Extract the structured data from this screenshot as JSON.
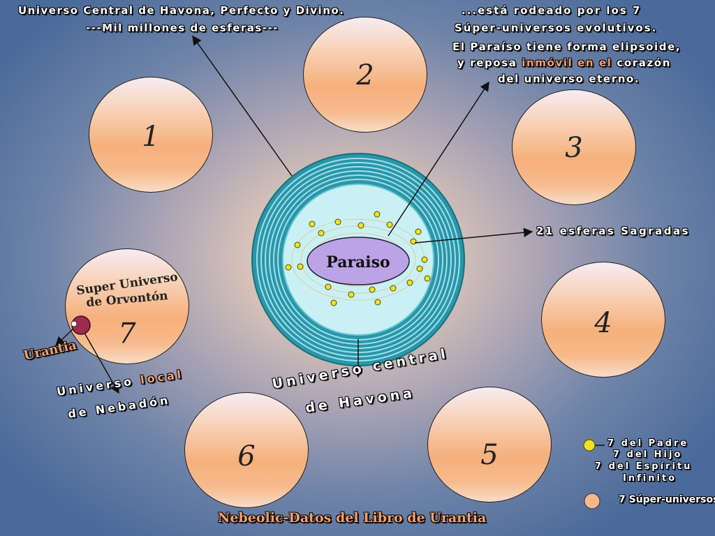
{
  "header": {
    "left_line1": "Universo Central de Havona, Perfecto y Divino.",
    "left_line2": "---Mil millones de esferas---",
    "right_line1": "...está rodeado por los 7",
    "right_line2": "Súper-universos evolutivos."
  },
  "paradise_note": {
    "line1": "El Paraíso tiene forma elipsoide,",
    "line2_a": "y reposa ",
    "line2_b": "inmóvil en el",
    "line2_c": " corazón",
    "line3": "del universo eterno."
  },
  "spheres": [
    "1",
    "2",
    "3",
    "4",
    "5",
    "6",
    "7"
  ],
  "center": {
    "paradise_label": "Paraiso",
    "havona_line1": "Universo central",
    "havona_line2": "de Havona"
  },
  "sacred_spheres_label": "21 esferas Sagradas",
  "orvonton": {
    "line1": "Super Universo",
    "line2": "de Orvontón"
  },
  "urantia_label": "Urantia",
  "local_universe": {
    "line1_a": "Universo ",
    "line1_b": "local",
    "line2": "de Nebadón"
  },
  "legend": {
    "dot_line1": "7 del Padre",
    "dot_line2": "7 del Hijo",
    "dot_line3": "7 del Espíritu",
    "dot_line4": "Infinito",
    "sphere_label": "7 Súper-universos"
  },
  "footer": "Nebeolic-Datos del Libro de Urantia",
  "colors": {
    "havona_ring": "#2f9fb0",
    "havona_inner": "#c8f2f4",
    "paradise": "#b8a0e4",
    "sacred_dot": "#f5e020",
    "urantia_planet": "#9e2a4e",
    "highlight_text": "#f3a070"
  }
}
